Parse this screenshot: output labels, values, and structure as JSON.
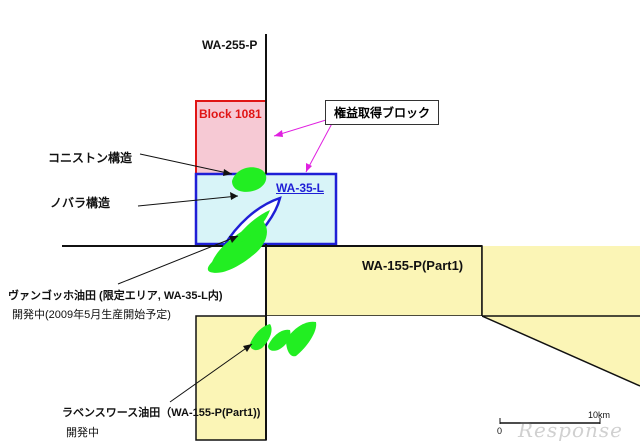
{
  "blocks": {
    "wa255p": "WA-255-P",
    "block1081": "Block 1081",
    "wa35l": "WA-35-L",
    "wa155p": "WA-155-P(Part1)"
  },
  "labels": {
    "interest_block": "権益取得ブロック",
    "conistone": "コニストン構造",
    "novara": "ノバラ構造",
    "vangogh_line1": "ヴァンゴッホ油田 (限定エリア, WA-35-L内)",
    "vangogh_line2": "開発中(2009年5月生産開始予定)",
    "ravensworth_line1": "ラベンスワース油田（WA-155-P(Part1))",
    "ravensworth_line2": "開発中"
  },
  "scale": {
    "zero": "0",
    "ten": "10km"
  },
  "watermark": "Response",
  "colors": {
    "yellow_block": "#fbf5b6",
    "pink_block": "#f6c9d4",
    "cyan_block": "#d8f4f8",
    "red_border": "#e01515",
    "blue_border": "#1f1fd6",
    "field_green": "#22ee22",
    "callout_magenta": "#e020e0"
  }
}
